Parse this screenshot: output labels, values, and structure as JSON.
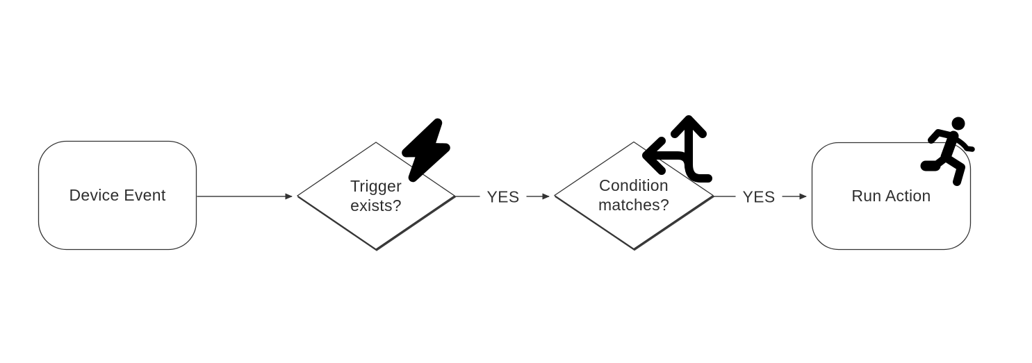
{
  "diagram": {
    "type": "flowchart",
    "direction": "left-to-right",
    "background": "#ffffff",
    "colors": {
      "node_border": "#333333",
      "node_fill": "#ffffff",
      "text": "#2e2e2e",
      "edge": "#424242",
      "icon": "#000000"
    },
    "nodes": [
      {
        "id": "device-event",
        "shape": "rounded-rectangle",
        "label": "Device Event",
        "icon": ""
      },
      {
        "id": "trigger-exists",
        "shape": "diamond",
        "label": "Trigger exists?",
        "label_line1": "Trigger",
        "label_line2": "exists?",
        "icon": "bolt-icon"
      },
      {
        "id": "condition-matches",
        "shape": "diamond",
        "label": "Condition matches?",
        "label_line1": "Condition",
        "label_line2": "matches?",
        "icon": "arrows-split-up-and-left-icon"
      },
      {
        "id": "run-action",
        "shape": "rounded-rectangle",
        "label": "Run Action",
        "icon": "person-running-icon"
      }
    ],
    "edges": [
      {
        "from": "device-event",
        "to": "trigger-exists",
        "label": ""
      },
      {
        "from": "trigger-exists",
        "to": "condition-matches",
        "label": "YES"
      },
      {
        "from": "condition-matches",
        "to": "run-action",
        "label": "YES"
      }
    ]
  }
}
